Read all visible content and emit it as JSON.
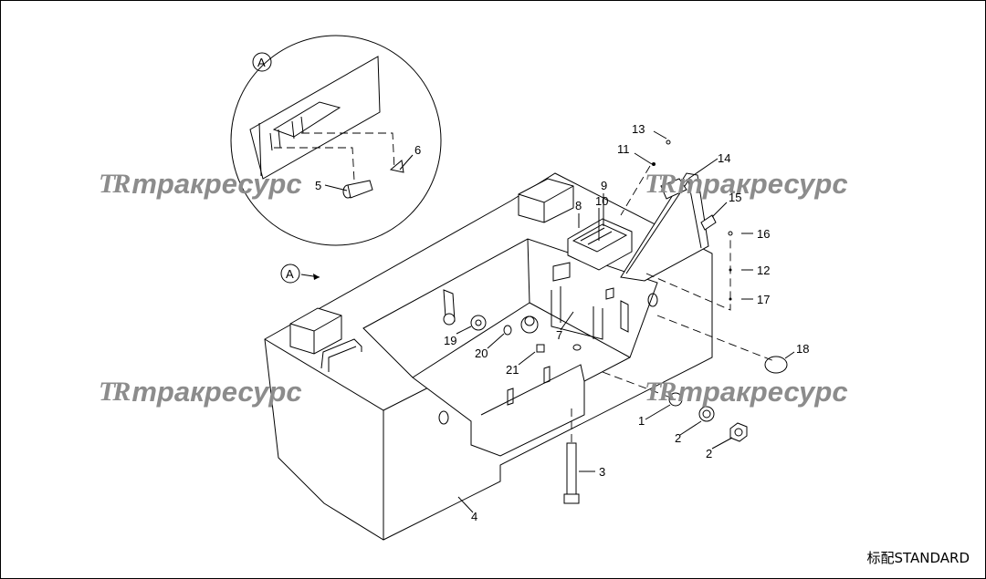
{
  "callouts": [
    "1",
    "2",
    "2",
    "3",
    "4",
    "5",
    "6",
    "7",
    "8",
    "9",
    "10",
    "11",
    "12",
    "13",
    "14",
    "15",
    "16",
    "17",
    "18",
    "19",
    "20",
    "21"
  ],
  "detail_markers": [
    "A",
    "A"
  ],
  "watermark": {
    "logo": "TR",
    "text": "тракресурс"
  },
  "standard_label": "标配STANDARD"
}
